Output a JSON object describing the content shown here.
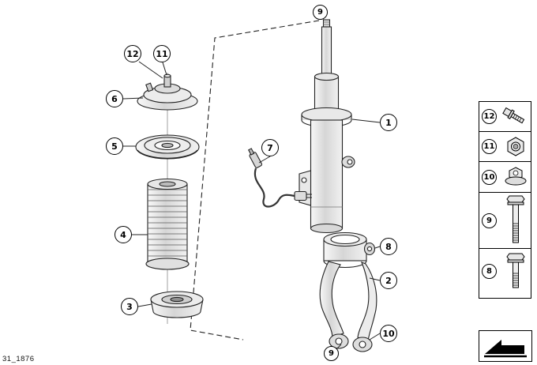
{
  "diagram_title": "front-spring-strut-exploded-parts-diagram",
  "callouts": {
    "n1": "1",
    "n2": "2",
    "n3": "3",
    "n4": "4",
    "n5": "5",
    "n6": "6",
    "n7": "7",
    "n8": "8",
    "n9_top": "9",
    "n9_bottom": "9",
    "n10": "10",
    "n11": "11",
    "n12": "12"
  },
  "legend": {
    "rows": [
      {
        "number": "12",
        "icon": "flange-screw-icon"
      },
      {
        "number": "11",
        "icon": "hex-nut-icon"
      },
      {
        "number": "10",
        "icon": "flange-nut-icon"
      },
      {
        "number": "9",
        "icon": "long-bolt-icon"
      },
      {
        "number": "8",
        "icon": "hex-bolt-icon"
      }
    ]
  },
  "icons": {
    "travel_direction": "arrow-icon"
  },
  "footer": {
    "code": "31_1876"
  },
  "colors": {
    "line": "#222222",
    "background": "#ffffff"
  }
}
